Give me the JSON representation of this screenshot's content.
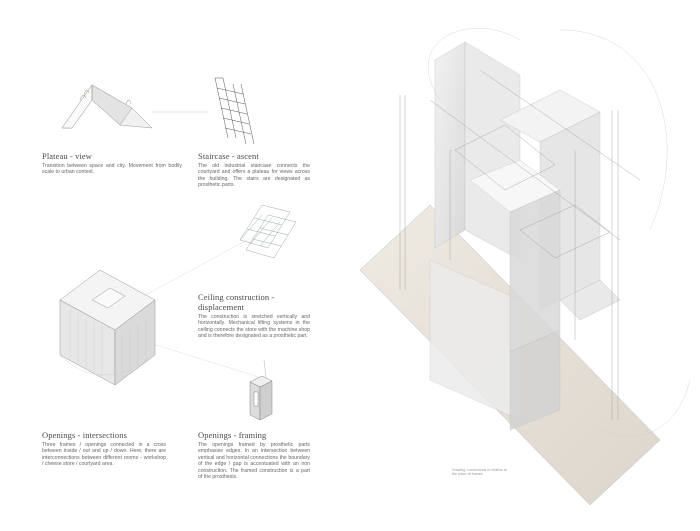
{
  "captions": {
    "plateau": {
      "title": "Plateau - view",
      "body": "Transition between space and city. Movement from bodily scale to urban context."
    },
    "staircase": {
      "title": "Staircase - ascent",
      "body": "The old industrial staircase connects the courtyard and offers a plateau for views across the building. The stairs are designated as prosthetic parts."
    },
    "ceiling": {
      "title": "Ceiling construction - displacement",
      "body": "The construction is stretched vertically and horizontally. Mechanical lifting systems in the ceiling connects the store with the machine shop and is therefore designated as a prosthetic part."
    },
    "intersections": {
      "title": "Openings - intersections",
      "body": "Three frames / openings connected in a cross between inside / out and up / down. Here, there are interconnections between different rooms - workshop / cheese store / courtyard area."
    },
    "framing": {
      "title": "Openings - framing",
      "body": "The openings framed by prosthetic parts emphasise edges. In an intersection between vertical and horizontal connections the boundary of the edge / gap is accentuated with an iron construction. The framed construction is a part of the prosthesis."
    }
  },
  "drawing_note": "Drawing: connections in relation to the place of frames."
}
